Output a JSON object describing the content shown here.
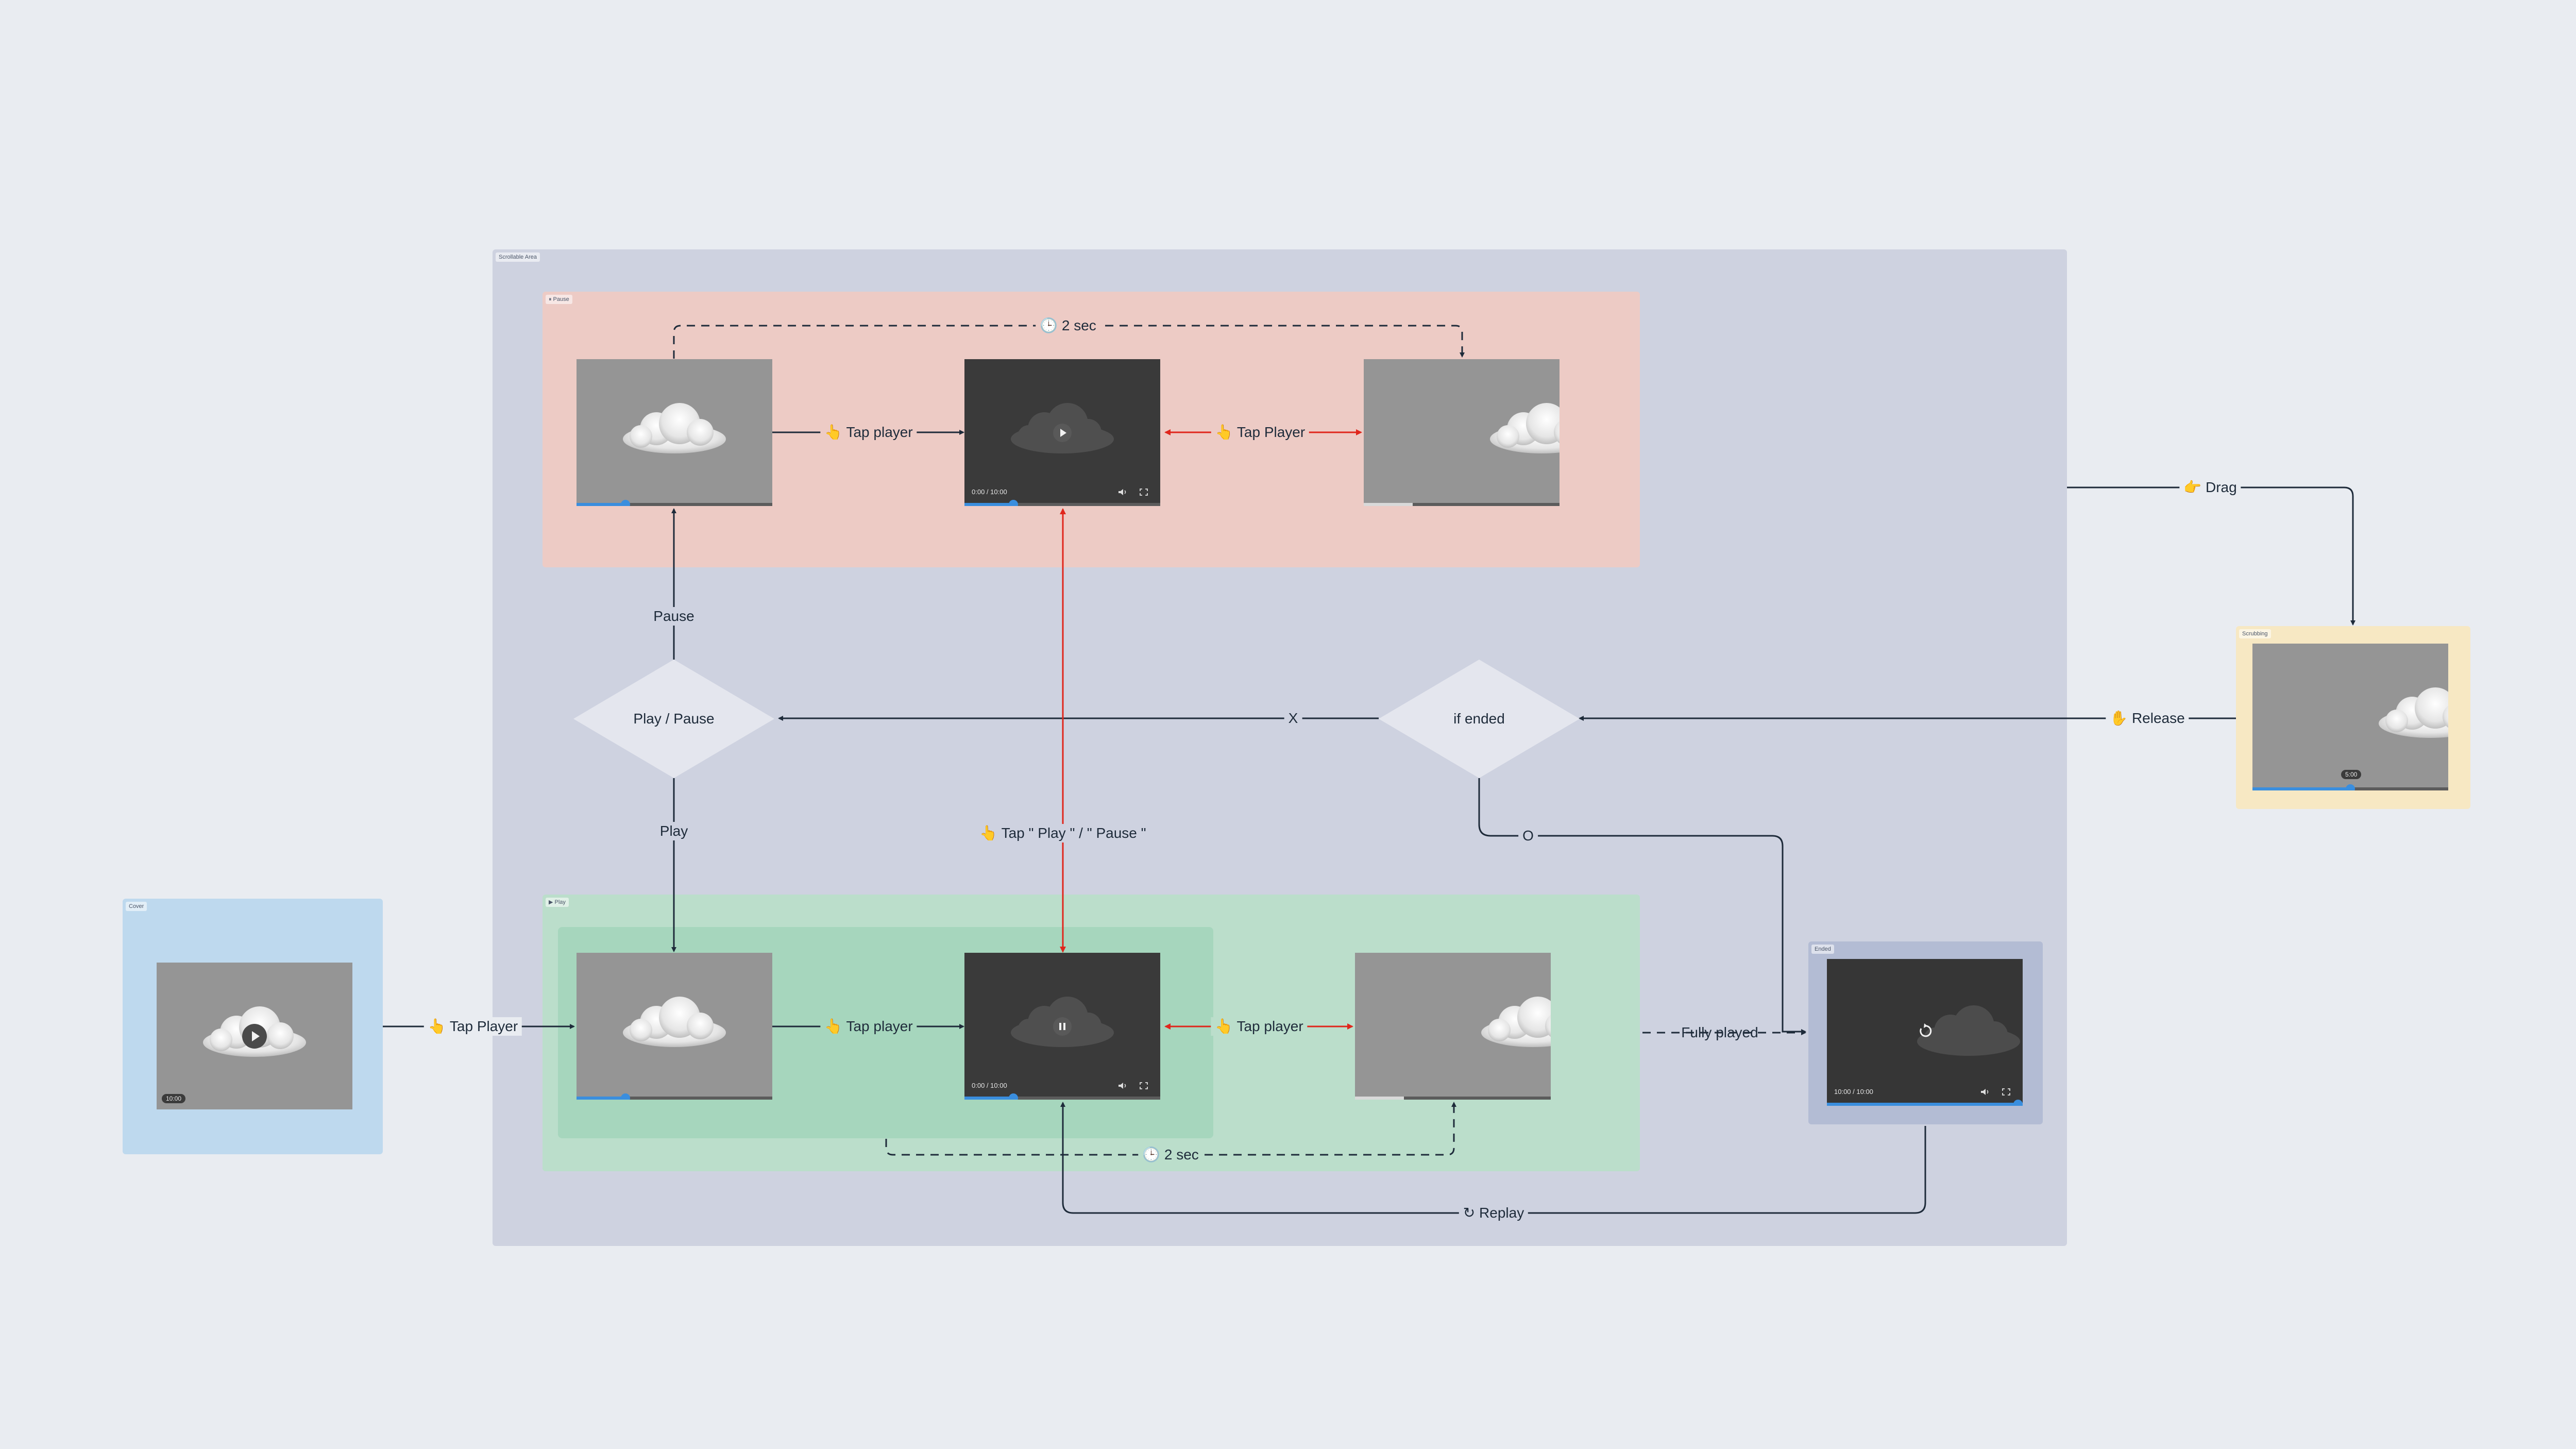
{
  "colors": {
    "background": "#e9ecf1",
    "scrollable": "#ced2e0",
    "pause": "#edcbc5",
    "play_outer": "#bbdecb",
    "play_inner": "#a6d6bd",
    "cover": "#bed9ee",
    "scrubbing": "#f7e8c3",
    "ended": "#b3bcd4",
    "edge": "#1e2b3a",
    "edge_red": "#e0261c",
    "progress": "#3a8ede"
  },
  "frames": {
    "scrollable": "Scrollable Area",
    "pause": "⏸ Pause",
    "play": "▶ Play",
    "cover": "Cover",
    "scrubbing": "Scrubbing",
    "ended": "Ended"
  },
  "players": {
    "time_label": "0:00 / 10:00",
    "ended_time_label": "10:00 / 10:00",
    "cover_badge": "10:00",
    "scrub_badge": "5:00",
    "play_icon": "play-icon",
    "pause_icon": "pause-icon",
    "replay_icon": "replay-icon",
    "volume_icon": "volume-icon",
    "fullscreen_icon": "fullscreen-icon"
  },
  "progress": {
    "pause_1": 0.25,
    "pause_2": 0.25,
    "pause_3": 0.25,
    "play_1": 0.25,
    "play_2": 0.25,
    "play_3": 0.25,
    "ended": 1.0,
    "scrub": 0.5
  },
  "nodes": {
    "play_pause": "Play / Pause",
    "if_ended": "if ended"
  },
  "edges": {
    "pause_timer": "🕒 2 sec",
    "pause_tap_1": "👆 Tap player",
    "pause_tap_2": "👆 Tap Player",
    "pause_up": "Pause",
    "play_down": "Play",
    "x_branch": "X",
    "o_branch": "O",
    "tap_play_pause": "👆 Tap  \" Play \" / \" Pause \"",
    "release": "✋ Release",
    "drag": "👉 Drag",
    "cover_tap": "👆 Tap Player",
    "play_tap_1": "👆 Tap player",
    "play_tap_2": "👆 Tap player",
    "fully_played": "Fully played",
    "play_timer": "🕒 2 sec",
    "replay": "↻ Replay"
  }
}
